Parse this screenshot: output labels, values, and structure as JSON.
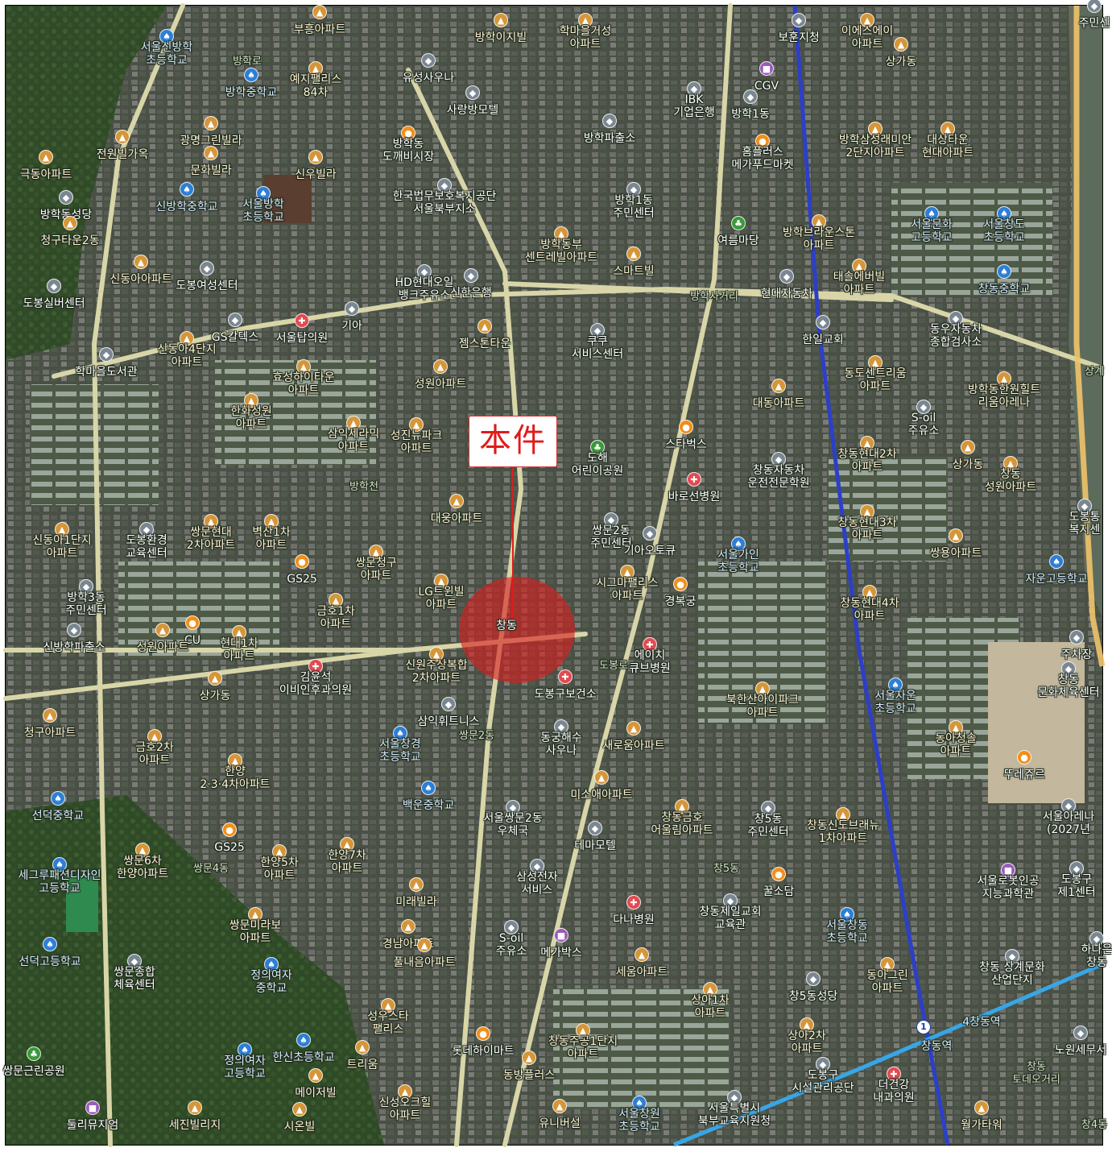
{
  "callout": {
    "text": "本件"
  },
  "target_area": {
    "label": "창동"
  },
  "stations": [
    {
      "label": "창동역",
      "line": "1"
    },
    {
      "label": "4창동역",
      "line": "4"
    }
  ],
  "labels": [
    {
      "text": "서울신방학\n초등학교",
      "kind": "school"
    },
    {
      "text": "부흥아파트",
      "kind": "apt"
    },
    {
      "text": "예지팰리스\n84차",
      "kind": "apt"
    },
    {
      "text": "유성사우나",
      "kind": "poi"
    },
    {
      "text": "방학이지빌",
      "kind": "apt"
    },
    {
      "text": "학마을거성\n아파트",
      "kind": "apt"
    },
    {
      "text": "보훈지청",
      "kind": "poi"
    },
    {
      "text": "이에스에이\n아파트",
      "kind": "apt"
    },
    {
      "text": "방학중학교",
      "kind": "school"
    },
    {
      "text": "사랑방모텔",
      "kind": "poi"
    },
    {
      "text": "IBK\n기업은행",
      "kind": "poi"
    },
    {
      "text": "CGV",
      "kind": "culture"
    },
    {
      "text": "방학1동",
      "kind": "poi"
    },
    {
      "text": "상가동",
      "kind": "apt"
    },
    {
      "text": "광명그린빌라",
      "kind": "apt"
    },
    {
      "text": "방학동\n도깨비시장",
      "kind": "shop"
    },
    {
      "text": "방학파출소",
      "kind": "poi"
    },
    {
      "text": "홈플러스\n메가푸드마켓",
      "kind": "shop"
    },
    {
      "text": "방학삼성래미안\n2단지아파트",
      "kind": "apt"
    },
    {
      "text": "대상타운\n현대아파트",
      "kind": "apt"
    },
    {
      "text": "전원빌가옥",
      "kind": "apt"
    },
    {
      "text": "문화빌라",
      "kind": "apt"
    },
    {
      "text": "신우빌라",
      "kind": "apt"
    },
    {
      "text": "극동아파트",
      "kind": "apt"
    },
    {
      "text": "신방학중학교",
      "kind": "school"
    },
    {
      "text": "서울방학\n초등학교",
      "kind": "school"
    },
    {
      "text": "한국법무보호복지공단\n서울북부지소",
      "kind": "poi"
    },
    {
      "text": "방학1동\n주민센터",
      "kind": "poi"
    },
    {
      "text": "방학동성당",
      "kind": "poi"
    },
    {
      "text": "방학동부\n센트레빌아파트",
      "kind": "apt"
    },
    {
      "text": "방학브라운스톤\n아파트",
      "kind": "apt"
    },
    {
      "text": "서울문화\n고등학교",
      "kind": "school"
    },
    {
      "text": "서울창도\n초등학교",
      "kind": "school"
    },
    {
      "text": "청구타운2동",
      "kind": "apt"
    },
    {
      "text": "여름마당",
      "kind": "park"
    },
    {
      "text": "스마트빌",
      "kind": "apt"
    },
    {
      "text": "태솔에버빌\n아파트",
      "kind": "apt"
    },
    {
      "text": "신동아아파트",
      "kind": "apt"
    },
    {
      "text": "도봉여성센터",
      "kind": "poi"
    },
    {
      "text": "HD현대오일\n뱅크주유소",
      "kind": "poi"
    },
    {
      "text": "신한은행",
      "kind": "poi"
    },
    {
      "text": "방학사거리",
      "kind": "road"
    },
    {
      "text": "현대자동차",
      "kind": "poi"
    },
    {
      "text": "창동중학교",
      "kind": "school"
    },
    {
      "text": "도봉실버센터",
      "kind": "poi"
    },
    {
      "text": "GS칼텍스",
      "kind": "poi"
    },
    {
      "text": "서울탑의원",
      "kind": "hosp"
    },
    {
      "text": "기아",
      "kind": "poi"
    },
    {
      "text": "쿠쿠\n서비스센터",
      "kind": "poi"
    },
    {
      "text": "한일교회",
      "kind": "poi"
    },
    {
      "text": "동우자동차\n종합검사소",
      "kind": "poi"
    },
    {
      "text": "신동아4단지\n아파트",
      "kind": "apt"
    },
    {
      "text": "학마을도서관",
      "kind": "poi"
    },
    {
      "text": "젬스톤타운",
      "kind": "apt"
    },
    {
      "text": "동도센트리움\n아파트",
      "kind": "apt"
    },
    {
      "text": "방학동한원힐트\n리움아레나",
      "kind": "apt"
    },
    {
      "text": "효성하이타운\n아파트",
      "kind": "apt"
    },
    {
      "text": "성원아파트",
      "kind": "apt"
    },
    {
      "text": "대동아파트",
      "kind": "apt"
    },
    {
      "text": "S-oil\n주유소",
      "kind": "poi"
    },
    {
      "text": "한화성원\n아파트",
      "kind": "apt"
    },
    {
      "text": "삼익세라믹\n아파트",
      "kind": "apt"
    },
    {
      "text": "성진뉴파크\n아파트",
      "kind": "apt"
    },
    {
      "text": "스타벅스",
      "kind": "shop"
    },
    {
      "text": "도해\n어린이공원",
      "kind": "park"
    },
    {
      "text": "창동자동차\n운전전문학원",
      "kind": "poi"
    },
    {
      "text": "창동현대2차\n아파트",
      "kind": "apt"
    },
    {
      "text": "상가동",
      "kind": "apt"
    },
    {
      "text": "창동\n성원아파트",
      "kind": "apt"
    },
    {
      "text": "방학천",
      "kind": "road"
    },
    {
      "text": "대웅아파트",
      "kind": "apt"
    },
    {
      "text": "바로선병원",
      "kind": "hosp"
    },
    {
      "text": "창동현대3차\n아파트",
      "kind": "apt"
    },
    {
      "text": "도봉통\n복지센",
      "kind": "poi"
    },
    {
      "text": "신동아1단지\n아파트",
      "kind": "apt"
    },
    {
      "text": "도봉환경\n교육센터",
      "kind": "poi"
    },
    {
      "text": "쌍문현대\n2차아파트",
      "kind": "apt"
    },
    {
      "text": "벽산1차\n아파트",
      "kind": "apt"
    },
    {
      "text": "쌍문2동\n주민센터",
      "kind": "poi"
    },
    {
      "text": "기아오토큐",
      "kind": "poi"
    },
    {
      "text": "서울가인\n초등학교",
      "kind": "school"
    },
    {
      "text": "쌍용아파트",
      "kind": "apt"
    },
    {
      "text": "방학3동\n주민센터",
      "kind": "poi"
    },
    {
      "text": "GS25",
      "kind": "shop"
    },
    {
      "text": "쌍문청구\n아파트",
      "kind": "apt"
    },
    {
      "text": "LG트윈빌\n아파트",
      "kind": "apt"
    },
    {
      "text": "시그마팰리스\n아파트",
      "kind": "apt"
    },
    {
      "text": "경복궁",
      "kind": "shop"
    },
    {
      "text": "자운고등학교",
      "kind": "school"
    },
    {
      "text": "금호1차\n아파트",
      "kind": "apt"
    },
    {
      "text": "창동현대4차\n아파트",
      "kind": "apt"
    },
    {
      "text": "신방학파출소",
      "kind": "poi"
    },
    {
      "text": "CU",
      "kind": "shop"
    },
    {
      "text": "성원아파트",
      "kind": "apt"
    },
    {
      "text": "현대1차\n아파트",
      "kind": "apt"
    },
    {
      "text": "주차장",
      "kind": "poi"
    },
    {
      "text": "에이치\n큐브병원",
      "kind": "hosp"
    },
    {
      "text": "김윤석\n이비인후과의원",
      "kind": "hosp"
    },
    {
      "text": "신원주상복합\n2차아파트",
      "kind": "apt"
    },
    {
      "text": "도봉구보건소",
      "kind": "hosp"
    },
    {
      "text": "북한산아이파크\n아파트",
      "kind": "apt"
    },
    {
      "text": "창동\n문화체육센터",
      "kind": "poi"
    },
    {
      "text": "상가동",
      "kind": "apt"
    },
    {
      "text": "서울자운\n초등학교",
      "kind": "school"
    },
    {
      "text": "청구아파트",
      "kind": "apt"
    },
    {
      "text": "금호2차\n아파트",
      "kind": "apt"
    },
    {
      "text": "삼익휘트니스",
      "kind": "poi"
    },
    {
      "text": "쌍문2동",
      "kind": "road"
    },
    {
      "text": "동궁해수\n사우나",
      "kind": "poi"
    },
    {
      "text": "새로움아파트",
      "kind": "apt"
    },
    {
      "text": "동아청솔\n아파트",
      "kind": "apt"
    },
    {
      "text": "서울창경\n초등학교",
      "kind": "school"
    },
    {
      "text": "뚜레쥬르",
      "kind": "shop"
    },
    {
      "text": "한양\n2·3·4차아파트",
      "kind": "apt"
    },
    {
      "text": "선덕중학교",
      "kind": "school"
    },
    {
      "text": "백운중학교",
      "kind": "school"
    },
    {
      "text": "미소애아파트",
      "kind": "apt"
    },
    {
      "text": "창동금호\n어울림아파트",
      "kind": "apt"
    },
    {
      "text": "창5동\n주민센터",
      "kind": "poi"
    },
    {
      "text": "창동신도브래뉴\n1차아파트",
      "kind": "apt"
    },
    {
      "text": "서울아레나\n(2027년",
      "kind": "poi"
    },
    {
      "text": "서울쌍문2동\n우체국",
      "kind": "poi"
    },
    {
      "text": "쌍문6차\n한양아파트",
      "kind": "apt"
    },
    {
      "text": "GS25",
      "kind": "shop"
    },
    {
      "text": "한양5차\n아파트",
      "kind": "apt"
    },
    {
      "text": "한양7차\n아파트",
      "kind": "apt"
    },
    {
      "text": "테마모텔",
      "kind": "poi"
    },
    {
      "text": "쌍문4동",
      "kind": "road"
    },
    {
      "text": "창5동",
      "kind": "road"
    },
    {
      "text": "서울로봇인공\n지능과학관",
      "kind": "culture"
    },
    {
      "text": "세그루패션디자인\n고등학교",
      "kind": "school"
    },
    {
      "text": "삼성전자\n서비스",
      "kind": "poi"
    },
    {
      "text": "꿀소담",
      "kind": "shop"
    },
    {
      "text": "도봉구\n제1센터",
      "kind": "poi"
    },
    {
      "text": "쌍문미라보\n아파트",
      "kind": "apt"
    },
    {
      "text": "미래빌라",
      "kind": "apt"
    },
    {
      "text": "다나병원",
      "kind": "hosp"
    },
    {
      "text": "창동제일교회\n교육관",
      "kind": "poi"
    },
    {
      "text": "서울창동\n초등학교",
      "kind": "school"
    },
    {
      "text": "하나은\n창동",
      "kind": "poi"
    },
    {
      "text": "경남아파트",
      "kind": "apt"
    },
    {
      "text": "S-oil\n주유소",
      "kind": "poi"
    },
    {
      "text": "메가박스",
      "kind": "culture"
    },
    {
      "text": "선덕고등학교",
      "kind": "school"
    },
    {
      "text": "쌍문종합\n체육센터",
      "kind": "poi"
    },
    {
      "text": "풀내음아파트",
      "kind": "apt"
    },
    {
      "text": "세움아파트",
      "kind": "apt"
    },
    {
      "text": "동아그린\n아파트",
      "kind": "apt"
    },
    {
      "text": "창동 상계문화\n산업단지",
      "kind": "poi"
    },
    {
      "text": "정의여자\n중학교",
      "kind": "school"
    },
    {
      "text": "상아1차\n아파트",
      "kind": "apt"
    },
    {
      "text": "창5동성당",
      "kind": "poi"
    },
    {
      "text": "쌍문근린공원",
      "kind": "park"
    },
    {
      "text": "성우스타\n팰리스",
      "kind": "apt"
    },
    {
      "text": "롯데하이마트",
      "kind": "shop"
    },
    {
      "text": "창동주공1단지\n아파트",
      "kind": "apt"
    },
    {
      "text": "상아2차\n아파트",
      "kind": "apt"
    },
    {
      "text": "노원세무서",
      "kind": "poi"
    },
    {
      "text": "정의여자\n고등학교",
      "kind": "school"
    },
    {
      "text": "한신초등학교",
      "kind": "school"
    },
    {
      "text": "트리움",
      "kind": "apt"
    },
    {
      "text": "동방플러스",
      "kind": "apt"
    },
    {
      "text": "도봉구\n시설관리공단",
      "kind": "poi"
    },
    {
      "text": "창동\n토데오거리",
      "kind": "road"
    },
    {
      "text": "메이저빌",
      "kind": "apt"
    },
    {
      "text": "더건강\n내과의원",
      "kind": "hosp"
    },
    {
      "text": "둘리뮤지엄",
      "kind": "culture"
    },
    {
      "text": "세진빌리지",
      "kind": "apt"
    },
    {
      "text": "시온빌",
      "kind": "apt"
    },
    {
      "text": "신성오크힐\n아파트",
      "kind": "apt"
    },
    {
      "text": "유니버설",
      "kind": "apt"
    },
    {
      "text": "서울특별시\n북부교육지원청",
      "kind": "poi"
    },
    {
      "text": "서울창원\n초등학교",
      "kind": "school"
    },
    {
      "text": "월가타워",
      "kind": "apt"
    },
    {
      "text": "창4동",
      "kind": "road"
    },
    {
      "text": "방학로",
      "kind": "road"
    },
    {
      "text": "도봉로",
      "kind": "road"
    },
    {
      "text": "상계",
      "kind": "road"
    },
    {
      "text": "주민센",
      "kind": "poi"
    }
  ]
}
